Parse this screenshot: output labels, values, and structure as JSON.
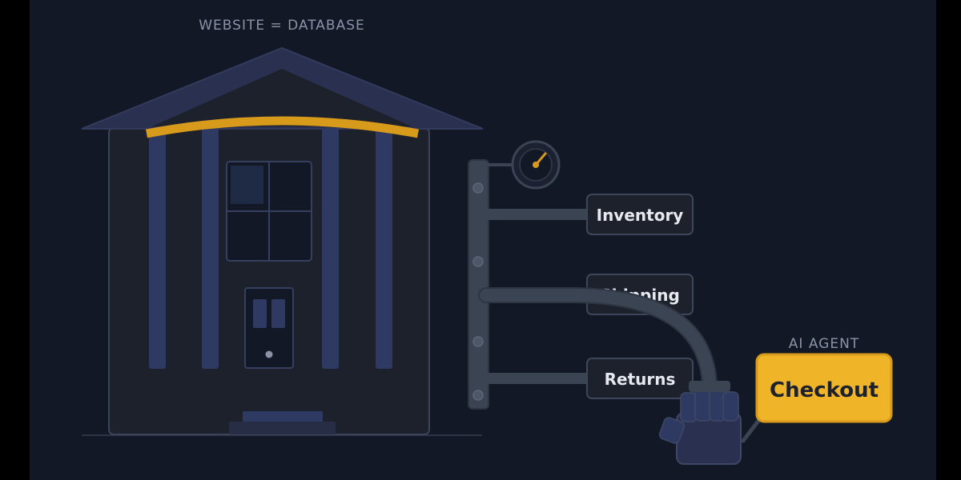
{
  "header": {
    "title": "WEBSITE = DATABASE"
  },
  "agent": {
    "label": "AI AGENT",
    "button_label": "Checkout"
  },
  "pipes": [
    {
      "label": "Inventory"
    },
    {
      "label": "Shipping"
    },
    {
      "label": "Returns"
    }
  ],
  "colors": {
    "background": "#121826",
    "building_outline": "#3a4357",
    "column": "#2f3a63",
    "roof": "#2a304f",
    "accent_gold": "#d89a1a",
    "checkout_fill": "#f0b429",
    "pipe": "#3a4453",
    "label_text": "#e6e9ef",
    "muted_text": "#8a94a6"
  },
  "icons": [
    "gauge-icon",
    "robot-hand-icon",
    "building-icon",
    "door-icon",
    "window-icon"
  ]
}
